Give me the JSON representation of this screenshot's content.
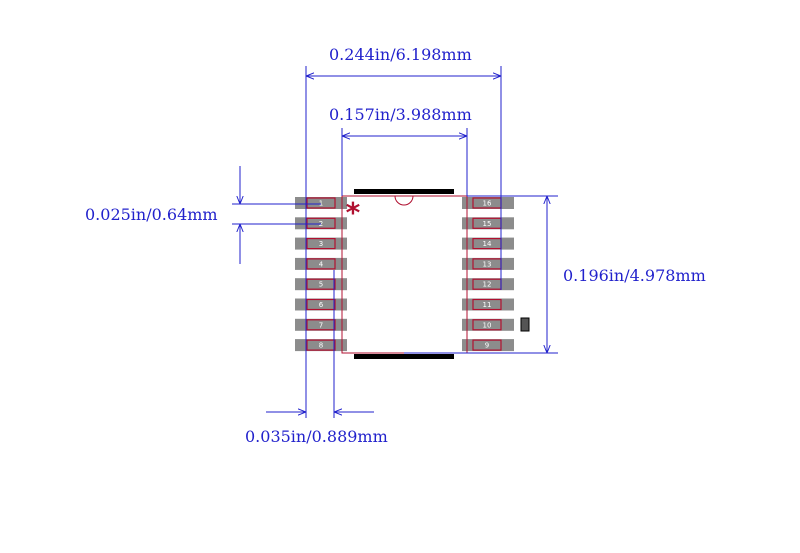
{
  "dimensions": {
    "overall_width": "0.244in/6.198mm",
    "body_width": "0.157in/3.988mm",
    "pin_pitch": "0.025in/0.64mm",
    "body_length": "0.196in/4.978mm",
    "pad_width": "0.035in/0.889mm"
  },
  "pins_left": [
    "1",
    "2",
    "3",
    "4",
    "5",
    "6",
    "7",
    "8"
  ],
  "pins_right": [
    "16",
    "15",
    "14",
    "13",
    "12",
    "11",
    "10",
    "9"
  ],
  "pin1_marker": "*",
  "colors": {
    "dimension_line": "#2222cc",
    "pad": "#8c8c8c",
    "outline": "#b01030",
    "silkscreen": "#000000"
  }
}
